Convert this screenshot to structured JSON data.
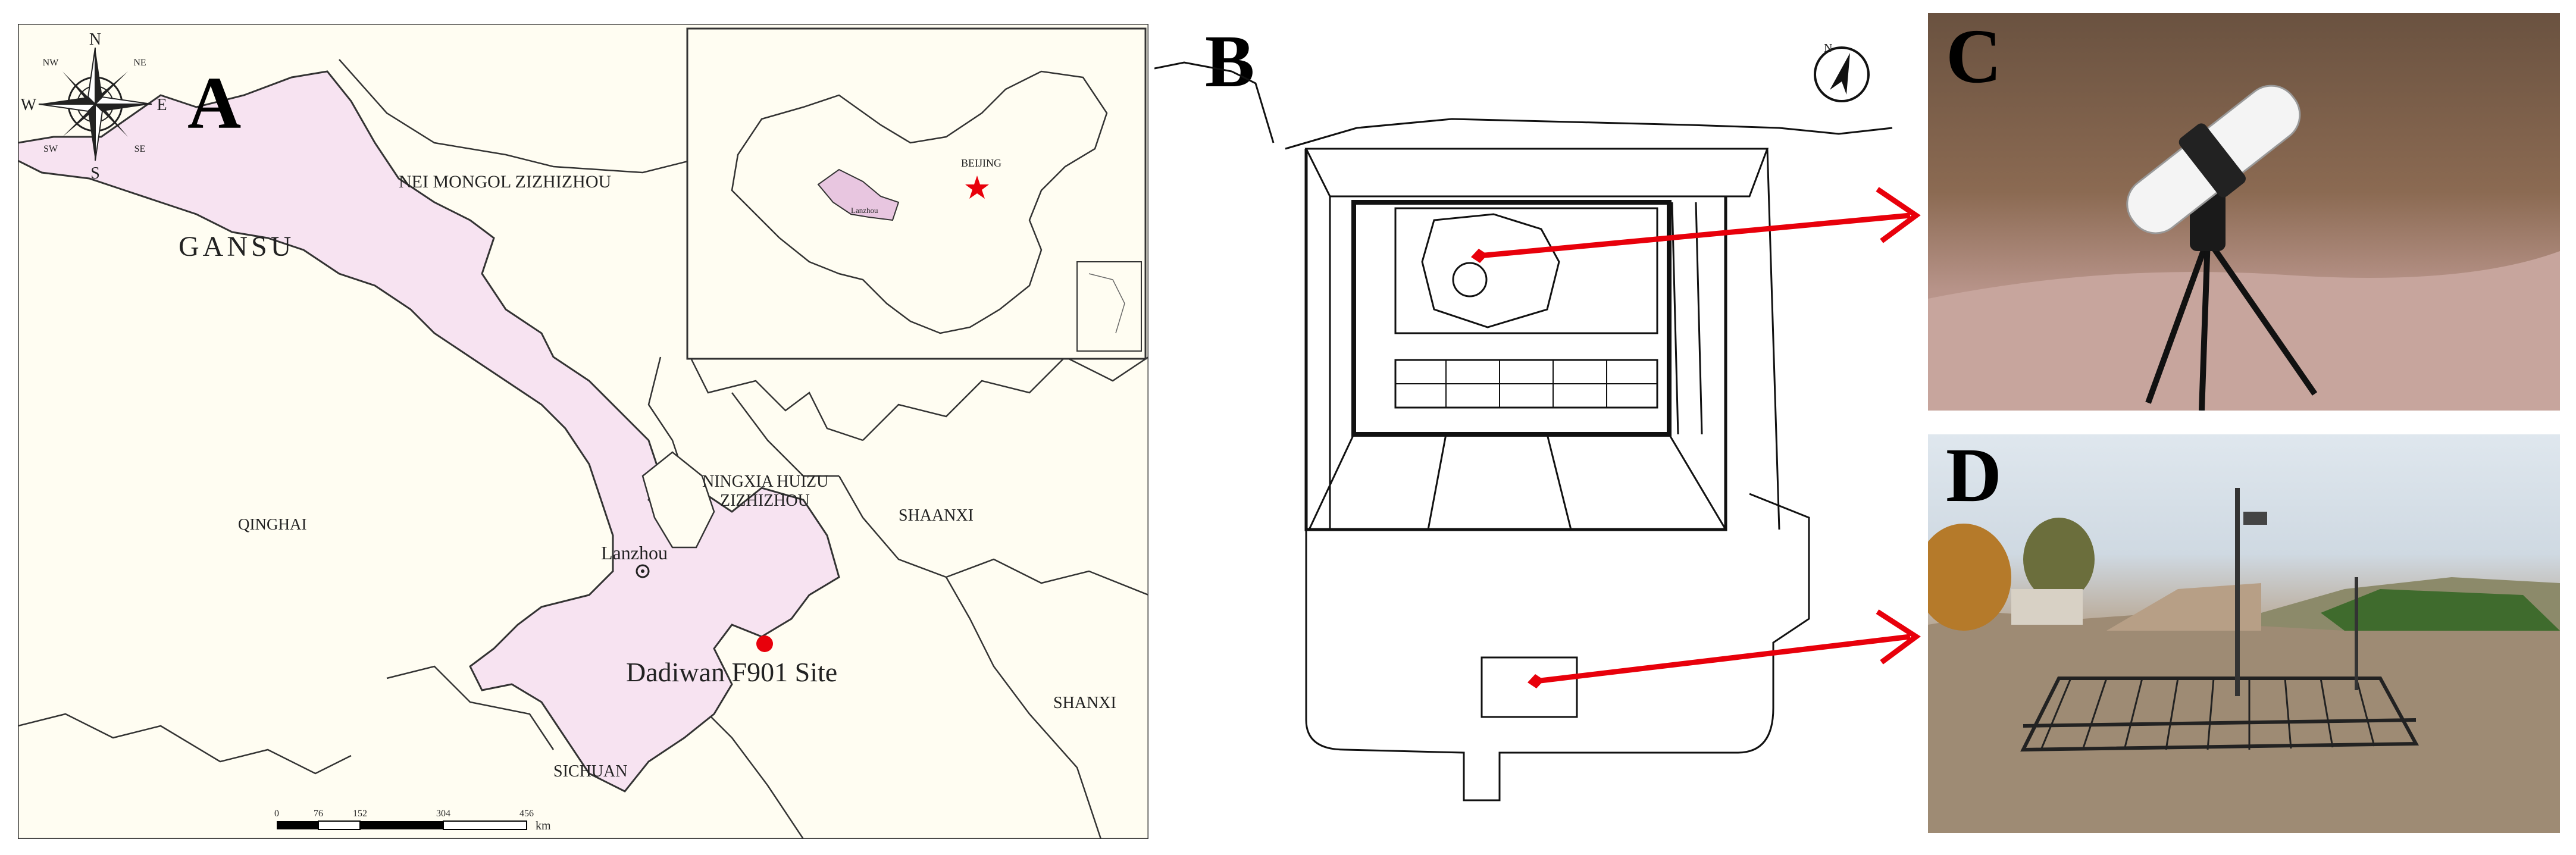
{
  "panels": {
    "a": {
      "letter": "A",
      "compass": {
        "n": "N",
        "s": "S",
        "e": "E",
        "w": "W",
        "ne": "NE",
        "nw": "NW",
        "se": "SE",
        "sw": "SW"
      },
      "regions": {
        "gansu": "GANSU",
        "nei_mongol": "NEI MONGOL ZIZHIZHOU",
        "qinghai": "QINGHAI",
        "ningxia_line1": "NINGXIA HUIZU",
        "ningxia_line2": "ZIZHIZHOU",
        "shaanxi": "SHAANXI",
        "shanxi": "SHANXI",
        "sichuan": "SICHUAN"
      },
      "city": "Lanzhou",
      "site": "Dadiwan F901 Site",
      "inset": {
        "capital": "BEIJING",
        "city": "Lanzhou"
      },
      "scale_bar": {
        "ticks": [
          "0",
          "76",
          "152",
          "304",
          "456"
        ],
        "unit": "km"
      },
      "colors": {
        "gansu_fill": "#f7e3f1",
        "background": "#fffdf2",
        "site_marker": "#e8000b",
        "capital_star": "#e8000b"
      }
    },
    "b": {
      "letter": "B",
      "north_arrow": "N",
      "colors": {
        "arrow": "#e8000b",
        "line": "#111111"
      }
    },
    "c": {
      "letter": "C",
      "subject": "sensor-on-tripod"
    },
    "d": {
      "letter": "D",
      "subject": "weather-station-enclosure"
    }
  }
}
